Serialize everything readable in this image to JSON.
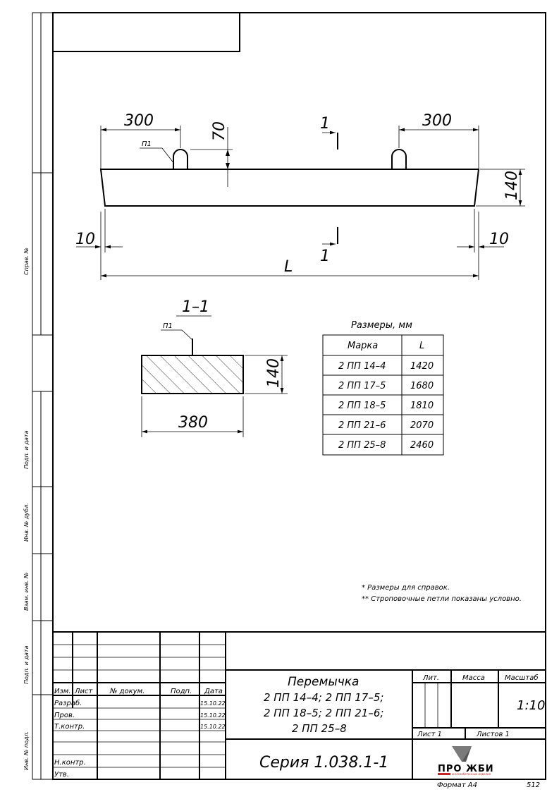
{
  "dims": {
    "top_left": "300",
    "top_right": "300",
    "loop_height": "70",
    "height": "140",
    "end_left": "10",
    "end_right": "10",
    "length": "L",
    "section_mark_top": "1",
    "section_mark_bottom": "1",
    "loop_label": "П1",
    "section_title": "1–1",
    "section_loop_label": "П1",
    "section_height": "140",
    "section_width": "380"
  },
  "sizes_table": {
    "title": "Размеры, мм",
    "headers": [
      "Марка",
      "L"
    ],
    "rows": [
      [
        "2 ПП 14–4",
        "1420"
      ],
      [
        "2 ПП 17–5",
        "1680"
      ],
      [
        "2 ПП 18–5",
        "1810"
      ],
      [
        "2 ПП 21–6",
        "2070"
      ],
      [
        "2 ПП 25–8",
        "2460"
      ]
    ]
  },
  "notes": [
    "* Размеры для справок.",
    "** Строповочные петли показаны условно."
  ],
  "side_labels": [
    "Справ. №",
    "Подп. и дата",
    "Инв. № дубл.",
    "Взам. инв. №",
    "Подп. и дата",
    "Инв. № подл."
  ],
  "title_block": {
    "col_headers": [
      "Изм.",
      "Лист",
      "№ докум.",
      "Подп.",
      "Дата"
    ],
    "roles": [
      {
        "role": "Разраб.",
        "date": "15.10.22"
      },
      {
        "role": "Пров.",
        "date": "15.10.22"
      },
      {
        "role": "Т.контр.",
        "date": "15.10.22"
      },
      {
        "role": "",
        "date": ""
      },
      {
        "role": "Н.контр.",
        "date": ""
      },
      {
        "role": "Утв.",
        "date": ""
      }
    ],
    "product_title": "Перемычка",
    "product_lines": [
      "2 ПП 14–4; 2 ПП 17–5;",
      "2 ПП 18–5; 2 ПП 21–6;",
      "2 ПП 25–8"
    ],
    "lit_label": "Лит.",
    "mass_label": "Масса",
    "scale_label": "Масштаб",
    "scale_value": "1:10",
    "sheet_label": "Лист 1",
    "sheets_label": "Листов 1",
    "series": "Серия 1.038.1-1",
    "logo_text": "ПРО ЖБИ",
    "logo_sub": "железобетонные изделия"
  },
  "footer": {
    "format": "Формат А4",
    "page": "512"
  },
  "colors": {
    "logo_gray": "#7a7a7a",
    "logo_red": "#c62828"
  }
}
